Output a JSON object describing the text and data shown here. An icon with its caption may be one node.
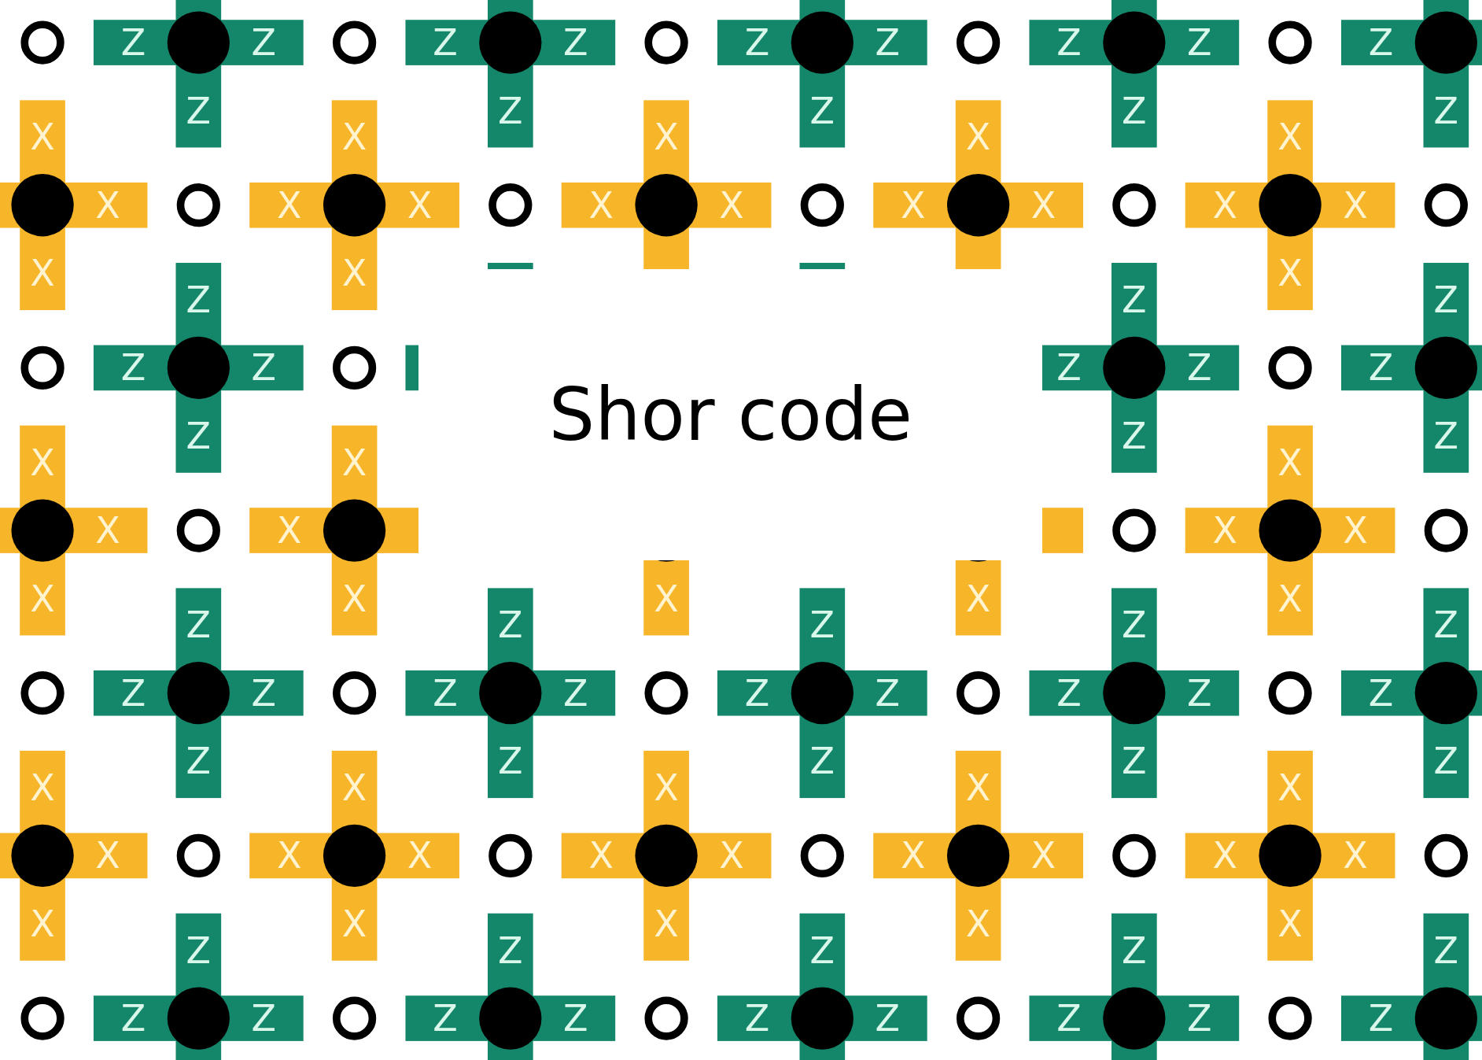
{
  "diagram": {
    "title": "Shor code",
    "labels": [
      "Z",
      "Z",
      "Z",
      "Z",
      "Z",
      "Z",
      "Z",
      "Z",
      "Z",
      "Z",
      "Z",
      "Z",
      "Z",
      "Z",
      "X",
      "X",
      "X",
      "X",
      "X",
      "X",
      "X",
      "X",
      "X",
      "X",
      "X",
      "X",
      "X",
      "X",
      "X",
      "X",
      "X",
      "Z",
      "Z",
      "Z",
      "Z",
      "Z",
      "Z",
      "Z",
      "Z",
      "Z",
      "Z",
      "Z",
      "X",
      "X",
      "X",
      "X",
      "X",
      "X",
      "X",
      "X",
      "X",
      "X",
      "X",
      "X",
      "Z",
      "Z",
      "Z",
      "Z",
      "Z",
      "Z",
      "Z",
      "Z",
      "Z",
      "Z",
      "Z",
      "Z",
      "Z",
      "Z",
      "Z",
      "Z",
      "Z",
      "Z",
      "Z",
      "X",
      "X",
      "X",
      "X",
      "X",
      "X",
      "X",
      "X",
      "X",
      "X",
      "X",
      "X",
      "X",
      "X",
      "X",
      "X",
      "X",
      "X",
      "X",
      "Z",
      "Z",
      "Z",
      "Z",
      "Z",
      "Z",
      "Z",
      "Z",
      "Z",
      "Z",
      "Z",
      "Z",
      "Z",
      "Z"
    ]
  }
}
